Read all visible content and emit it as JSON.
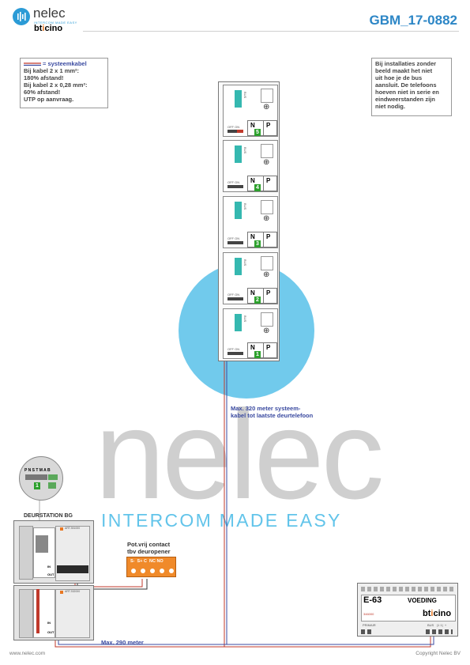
{
  "header": {
    "brand": "nelec",
    "brand_tagline": "INTERCOM MADE EASY",
    "partner_prefix": "bt",
    "partner_mid": "i",
    "partner_suffix": "cino",
    "doc_id": "GBM_17-0882"
  },
  "note_left": {
    "title": "= systeemkabel",
    "lines": [
      "Bij kabel 2 x 1 mm²:",
      "180% afstand!",
      "Bij kabel 2 x 0,28 mm²:",
      "60% afstand!",
      "UTP op aanvraag."
    ]
  },
  "note_right": {
    "lines": [
      "Bij installaties zonder",
      "beeld maakt het niet",
      "uit hoe je de bus",
      "aansluit. De telefoons",
      "hoeven niet in serie en",
      "eindweerstanden zijn",
      "niet nodig."
    ]
  },
  "phones": [
    {
      "number": "5",
      "offon": "OFF ON",
      "n_label": "N",
      "p_label": "P",
      "term": "BUS"
    },
    {
      "number": "4",
      "offon": "OFF ON",
      "n_label": "N",
      "p_label": "P",
      "term": "BUS"
    },
    {
      "number": "3",
      "offon": "OFF ON",
      "n_label": "N",
      "p_label": "P",
      "term": "BUS"
    },
    {
      "number": "2",
      "offon": "OFF ON",
      "n_label": "N",
      "p_label": "P",
      "term": "BUS"
    },
    {
      "number": "1",
      "offon": "OFF ON",
      "n_label": "N",
      "p_label": "P",
      "term": "BUS"
    }
  ],
  "labels": {
    "max320": "Max. 320 meter systeem-\nkabel tot laatste deurtelefoon",
    "door_station": "DEURSTATION BG",
    "pot_contact": "Pot.vrij contact\ntbv deuropener",
    "relay_terms": "S-  S+ C  NC NO",
    "max290": "Max. 290 meter",
    "keypad": "P  N  S  T  M  A  B",
    "keypad_num": "1",
    "door_art_top": "ART.351000",
    "door_art_bot": "ART.332000",
    "door_in": "IN",
    "door_out": "OUT",
    "door_in2": "IN",
    "door_out2": "OUT"
  },
  "psu": {
    "model": "E-63",
    "title": "VOEDING",
    "code": "346000",
    "brand_prefix": "bt",
    "brand_mid": "i",
    "brand_suffix": "cino",
    "primair": "PRIMAIR",
    "bus": "BUS",
    "bus_pm": "|1 1|  +"
  },
  "footer": {
    "left": "www.nelec.com",
    "right": "Copyright Nelec BV"
  },
  "colors": {
    "accent_blue": "#2c86c6",
    "watermark_circle": "#5bc0e8",
    "watermark_grey": "#c9c9c9",
    "wire_red": "#c0392b",
    "wire_blue": "#3a4aa0"
  }
}
